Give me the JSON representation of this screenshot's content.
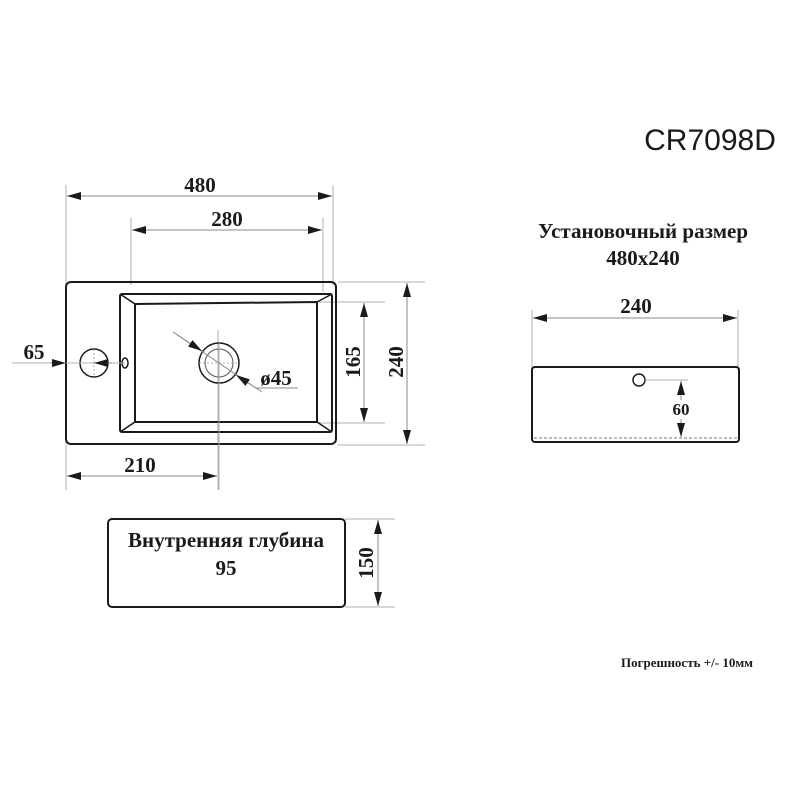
{
  "title": {
    "model": "CR7098D"
  },
  "top_view": {
    "overall_width": "480",
    "bowl_width": "280",
    "tap_hole_offset": "65",
    "drain_offset": "210",
    "drain_diameter": "ø45",
    "bowl_depth": "165",
    "overall_depth": "240"
  },
  "install_size": {
    "heading": "Установочный размер",
    "value": "480x240"
  },
  "side_view": {
    "width": "240",
    "overflow_height": "60"
  },
  "inner_depth_box": {
    "heading": "Внутренняя глубина",
    "value": "95",
    "height": "150"
  },
  "tolerance": {
    "text": "Погрешность +/- 10мм"
  },
  "colors": {
    "line": "#1a1a1a",
    "dimension": "#8a8a8a",
    "background": "#ffffff"
  }
}
